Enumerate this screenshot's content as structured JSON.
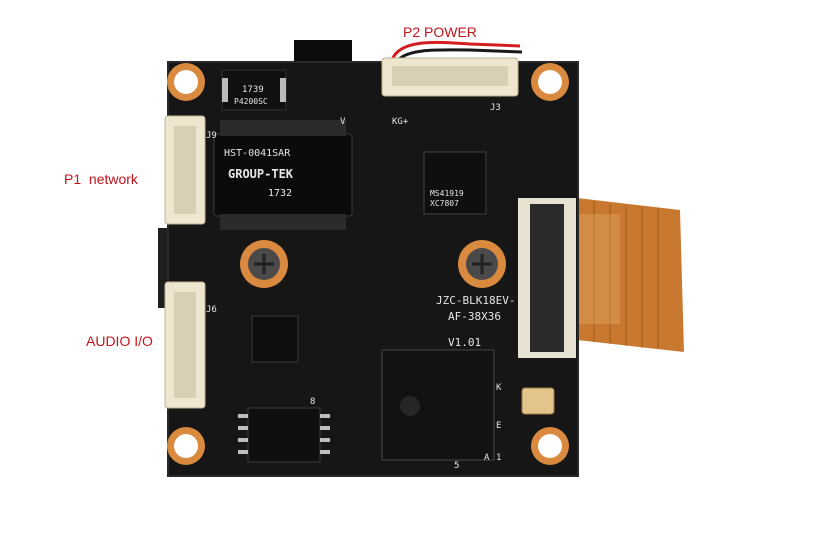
{
  "labels": {
    "p2_power": "P2 POWER",
    "p1_network": "P1  network",
    "audio_io": "AUDIO I/O"
  },
  "board_markings": {
    "model_line1": "JZC-BLK18EV-",
    "model_line2": "AF-38X36",
    "version": "V1.01",
    "connector_j3": "J3",
    "connector_j9": "J9",
    "connector_j6": "J6",
    "pin_kg": "KG+",
    "pin_v": "V",
    "pin_k": "K",
    "pin_e": "E",
    "pin_a": "A",
    "pin_1": "1",
    "pin_5": "5",
    "pin_8": "8",
    "transformer_line1": "HST-0041SAR",
    "transformer_brand": "GROUP-TEK",
    "transformer_code": "1732",
    "ic_line1": "MS41919",
    "ic_line2": "XC7807",
    "diode_code": "1739",
    "diode_text": "P4200SC"
  },
  "colors": {
    "background": "#ffffff",
    "pcb": "#161616",
    "pcb_edge": "#262626",
    "pad_orange": "#d98a3f",
    "connector": "#efe6cf",
    "ribbon": "#c8792f",
    "label_red": "#c0161c",
    "silk_white": "#e6e6e6",
    "wire_red": "#d21e1e"
  }
}
